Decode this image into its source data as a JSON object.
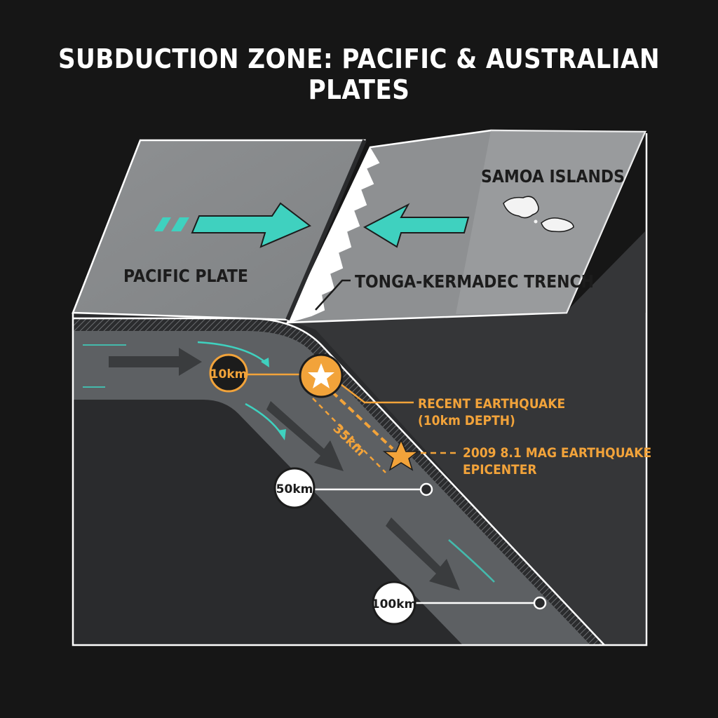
{
  "title": "SUBDUCTION ZONE: PACIFIC & AUSTRALIAN PLATES",
  "labels": {
    "pacific_plate": "PACIFIC PLATE",
    "samoa_islands": "SAMOA ISLANDS",
    "trench": "TONGA-KERMADEC TRENCH",
    "recent_quake_line1": "RECENT EARTHQUAKE",
    "recent_quake_line2": "(10km DEPTH)",
    "quake2009_line1": "2009 8.1 MAG EARTHQUAKE",
    "quake2009_line2": "EPICENTER",
    "distance": "35km"
  },
  "depth_markers": {
    "d10": "10km",
    "d50": "50km",
    "d100": "100km"
  },
  "colors": {
    "background": "#161616",
    "surface": "#8a8c8e",
    "slab": "#5c5f62",
    "mantle": "#2a2b2d",
    "arrow_teal": "#3fd1bf",
    "quake_orange": "#f2a33a",
    "outline": "#ffffff"
  },
  "icons": {
    "motion": "arrow-icon",
    "quake": "star-icon",
    "islands": "island-icon"
  }
}
